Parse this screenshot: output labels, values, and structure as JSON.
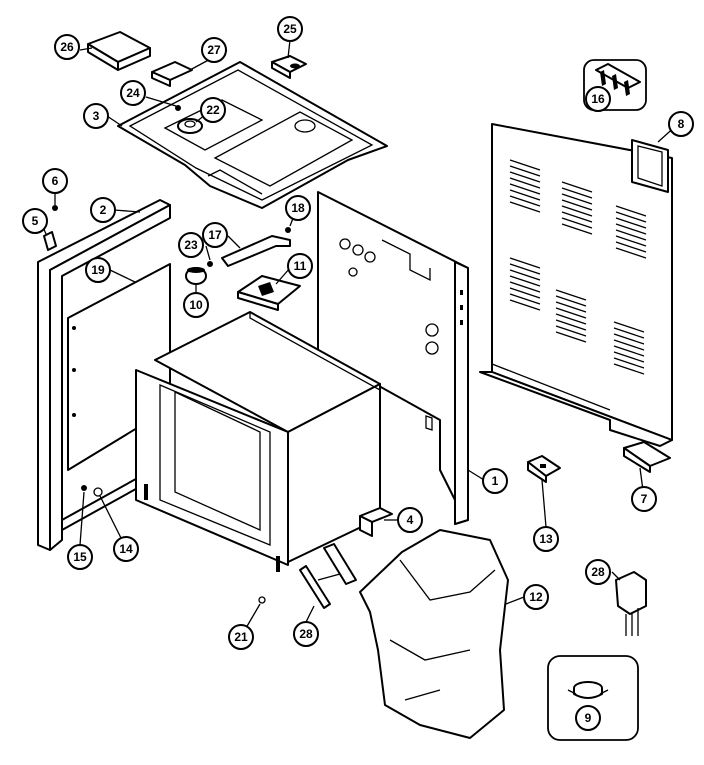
{
  "callouts": {
    "c26": "26",
    "c27": "27",
    "c25": "25",
    "c24": "24",
    "c22": "22",
    "c3": "3",
    "c16": "16",
    "c8": "8",
    "c6": "6",
    "c5": "5",
    "c2": "2",
    "c18": "18",
    "c23": "23",
    "c17": "17",
    "c19": "19",
    "c11": "11",
    "c10": "10",
    "c1": "1",
    "c4": "4",
    "c13": "13",
    "c7": "7",
    "c15": "15",
    "c14": "14",
    "c12": "12",
    "c28a": "28",
    "c21": "21",
    "c28b": "28",
    "c9": "9"
  }
}
